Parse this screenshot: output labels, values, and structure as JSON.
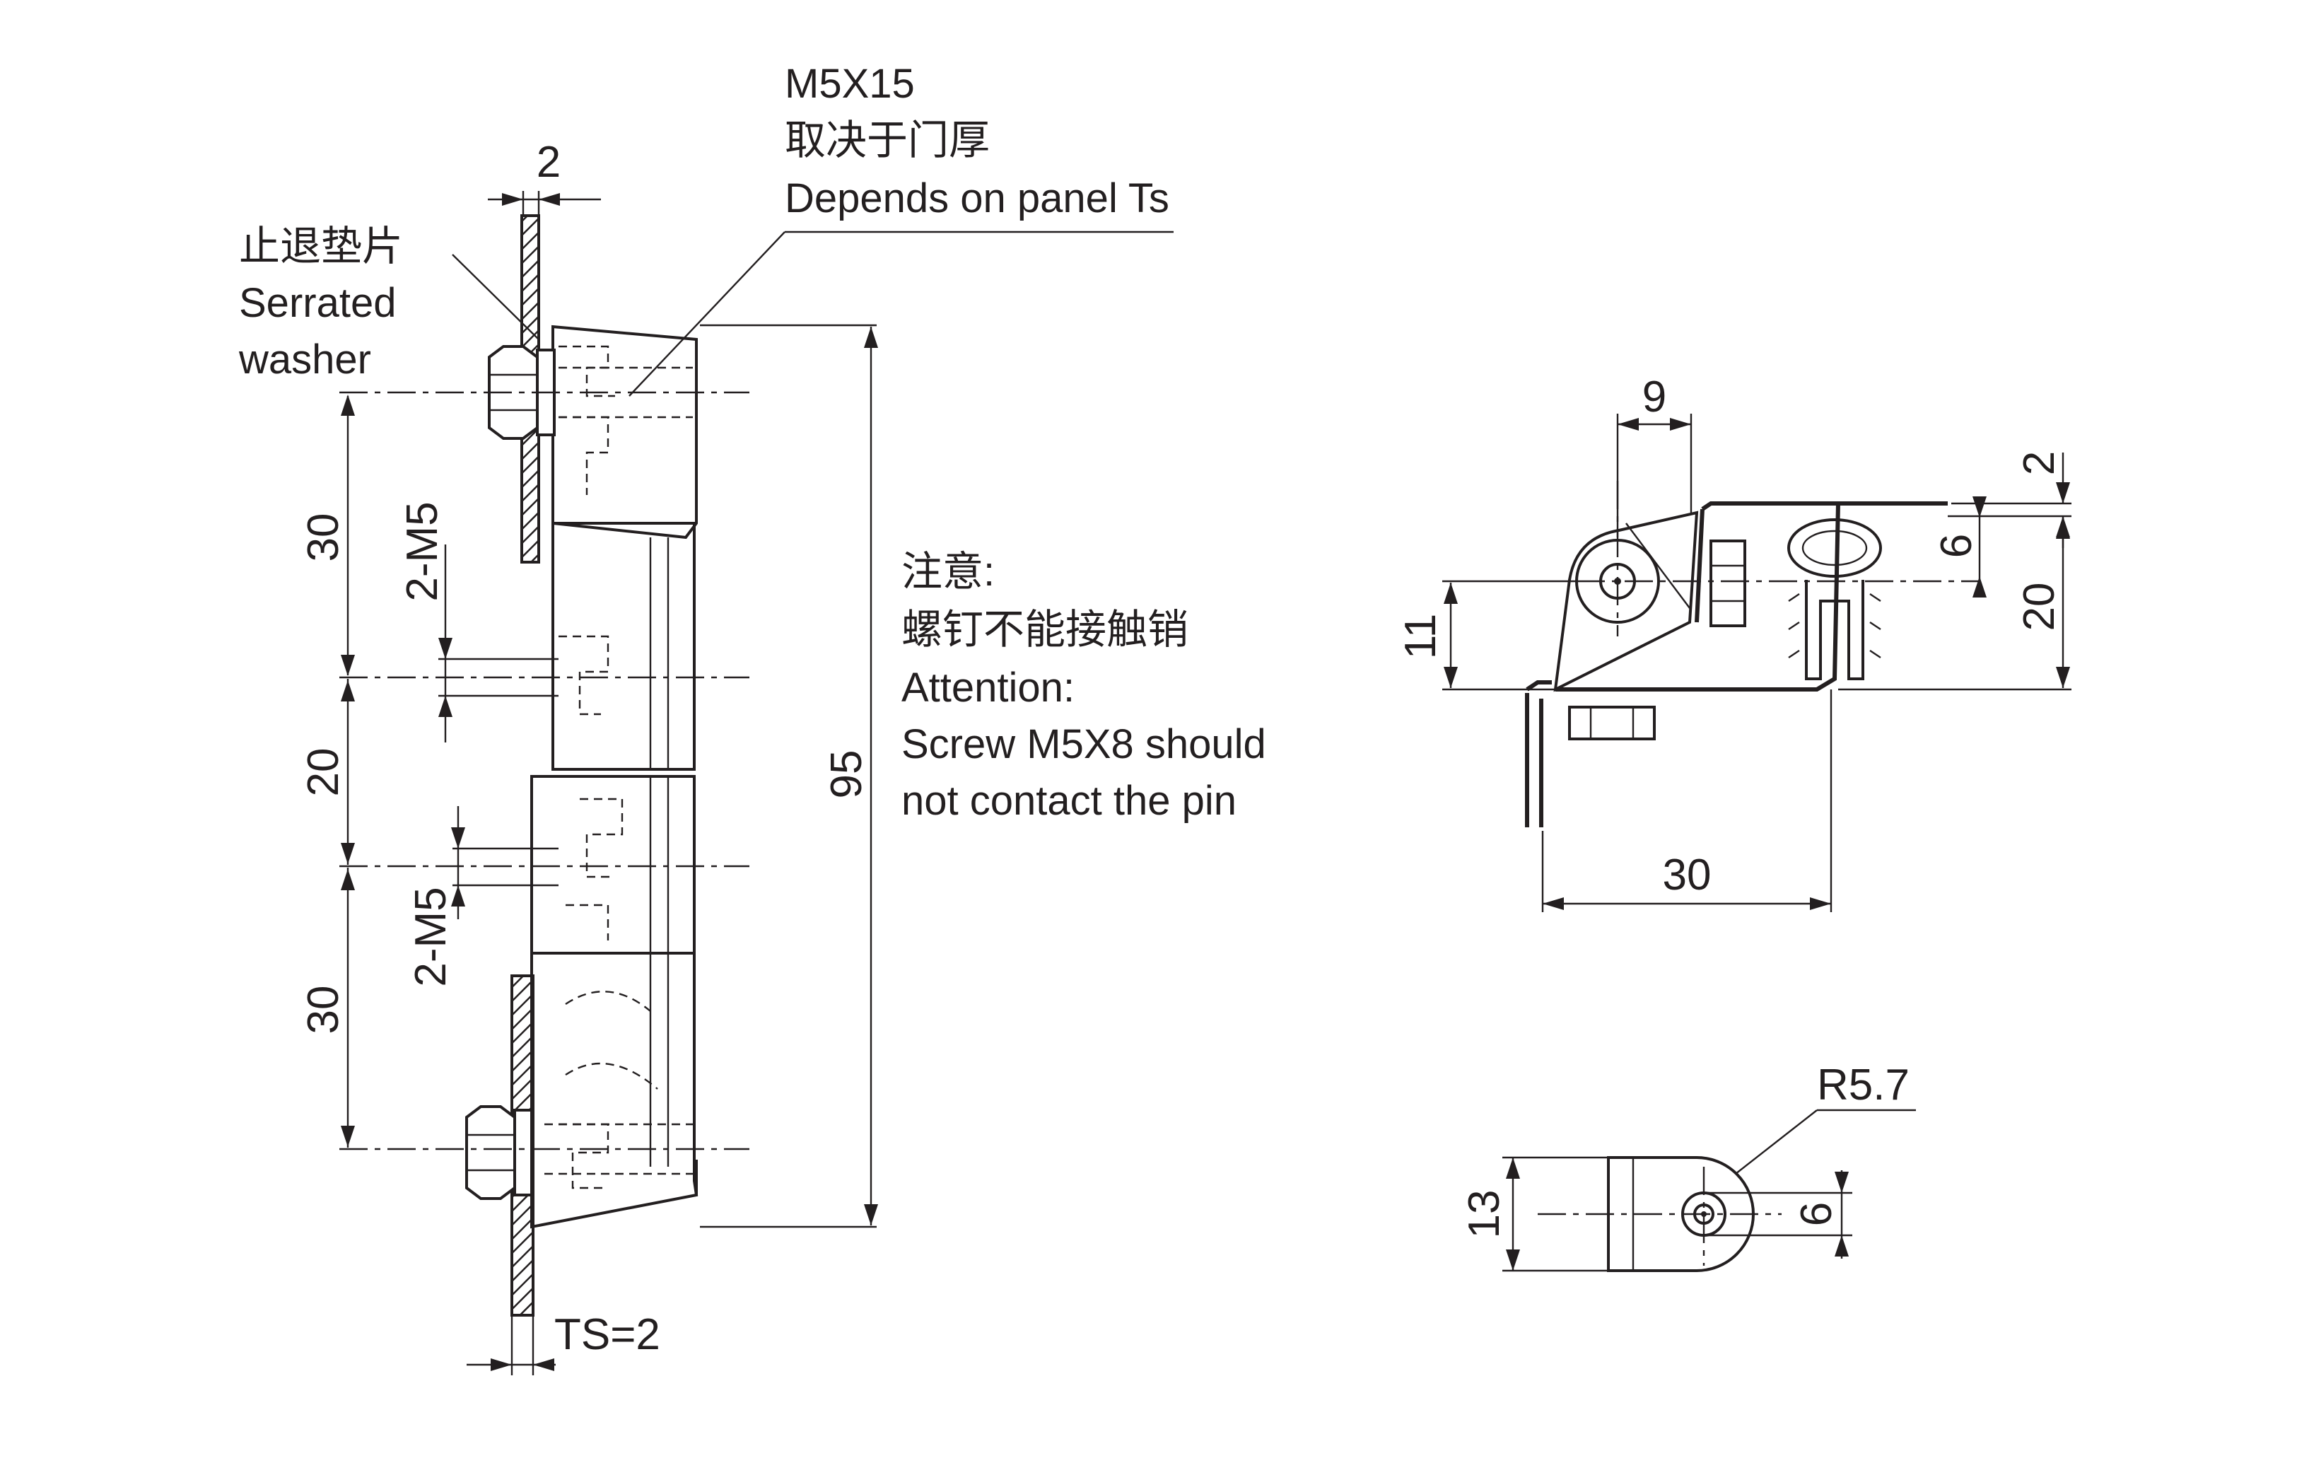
{
  "dimensions": {
    "plate_thickness": "2",
    "hole_spacing_top": "30",
    "center_gap": "20",
    "hole_spacing_bottom": "30",
    "thread_top": "2-M5",
    "thread_bottom": "2-M5",
    "overall_length": "95",
    "panel_thickness": "TS=2",
    "side_pin_offset": "9",
    "side_height_11": "11",
    "side_total_20": "20",
    "side_leaf_2": "2",
    "side_hole_6": "6",
    "side_width_30": "30",
    "knuckle_height": "13",
    "knuckle_hole": "6",
    "knuckle_radius": "R5.7"
  },
  "labels": {
    "screw": {
      "spec": "M5X15",
      "cn": "取决于门厚",
      "en": "Depends on panel Ts"
    },
    "washer": {
      "cn": "止退垫片",
      "en_line1": "Serrated",
      "en_line2": "washer"
    },
    "attention": {
      "cn_title": "注意:",
      "cn_body": "螺钉不能接触销",
      "en_title": "Attention:",
      "en_line1": "Screw M5X8 should",
      "en_line2": "not contact the pin"
    }
  },
  "colors": {
    "line": "#231f20",
    "background": "#ffffff"
  }
}
